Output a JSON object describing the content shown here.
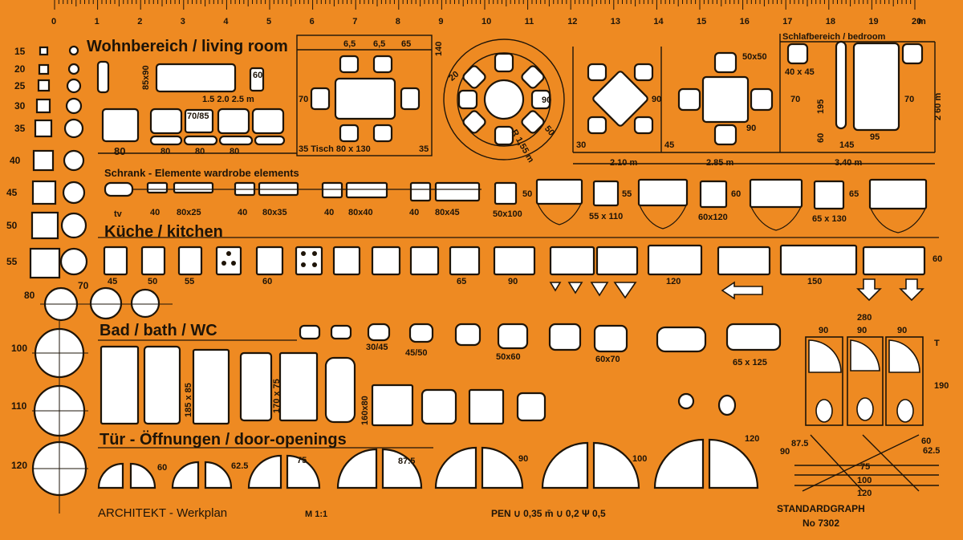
{
  "colors": {
    "template": "#ee8a22",
    "line": "#1e1408",
    "cutout": "#ffffff"
  },
  "ruler": {
    "numbers": [
      "0",
      "1",
      "2",
      "3",
      "4",
      "5",
      "6",
      "7",
      "8",
      "9",
      "10",
      "11",
      "12",
      "13",
      "14",
      "15",
      "16",
      "17",
      "18",
      "19",
      "20"
    ],
    "unit": "m"
  },
  "sections": {
    "living": "Wohnbereich / living room",
    "bedroom": "Schlafbereich / bedroom",
    "wardrobe": "Schrank - Elemente   wardrobe elements",
    "kitchen": "Küche / kitchen",
    "bath": "Bad / bath / WC",
    "doors": "Tür - Öffnungen / door-openings"
  },
  "left_column": {
    "squares": [
      "15",
      "20",
      "25",
      "30",
      "35",
      "40",
      "45",
      "50",
      "55"
    ],
    "circles_small": [
      "80",
      "70"
    ],
    "circles_large": [
      "100",
      "110",
      "120"
    ]
  },
  "living": {
    "sofa_dim": "85x90",
    "lengths": "1.5  2.0  2.5 m",
    "side": "60",
    "chair": "70/85",
    "seat": "80",
    "seg": [
      "80",
      "80",
      "80"
    ],
    "table_top": [
      "6,5",
      "6,5",
      "65"
    ],
    "table_side": "70",
    "table": "35 Tisch 80 x 130",
    "table_end": "35",
    "vert": "140",
    "round_r": "R 1,55 m",
    "round_dims": [
      "20",
      "90",
      "50"
    ],
    "mid_dims": [
      "90",
      "30",
      "45",
      "2.10 m"
    ],
    "square_dims": [
      "50x50",
      "90",
      "2.85 m"
    ],
    "bed_dims": [
      "40 x 45",
      "70",
      "195",
      "60",
      "145",
      "95",
      "70",
      "2 60 m",
      "3.40 m"
    ]
  },
  "wardrobe": {
    "labels": [
      "tv",
      "40",
      "80x25",
      "40",
      "80x35",
      "40",
      "80x40",
      "40",
      "80x45"
    ],
    "big": [
      "50",
      "50x100",
      "55",
      "55 x 110",
      "60",
      "60x120",
      "65",
      "65 x 130"
    ]
  },
  "kitchen": {
    "labels": [
      "45",
      "50",
      "55",
      "60",
      "65",
      "90",
      "120",
      "150",
      "60"
    ]
  },
  "bath": {
    "labels": [
      "185 x 85",
      "170 x 75",
      "160x80",
      "30/45",
      "45/50",
      "50x60",
      "60x70",
      "65 x 125",
      "280",
      "90",
      "90",
      "90",
      "T",
      "190"
    ]
  },
  "doors": {
    "labels": [
      "60",
      "62.5",
      "75",
      "87.5",
      "90",
      "100",
      "120"
    ],
    "right": [
      "87.5",
      "90",
      "60",
      "62.5",
      "75",
      "100",
      "120"
    ]
  },
  "footer": {
    "brand_left": "ARCHITEKT - Werkplan",
    "code": "M 1:1",
    "pen": "PEN ∪ 0,35 m̄  ∪ 0,2  Ψ 0,5",
    "brand_right": "STANDARDGRAPH",
    "model": "No 7302"
  }
}
